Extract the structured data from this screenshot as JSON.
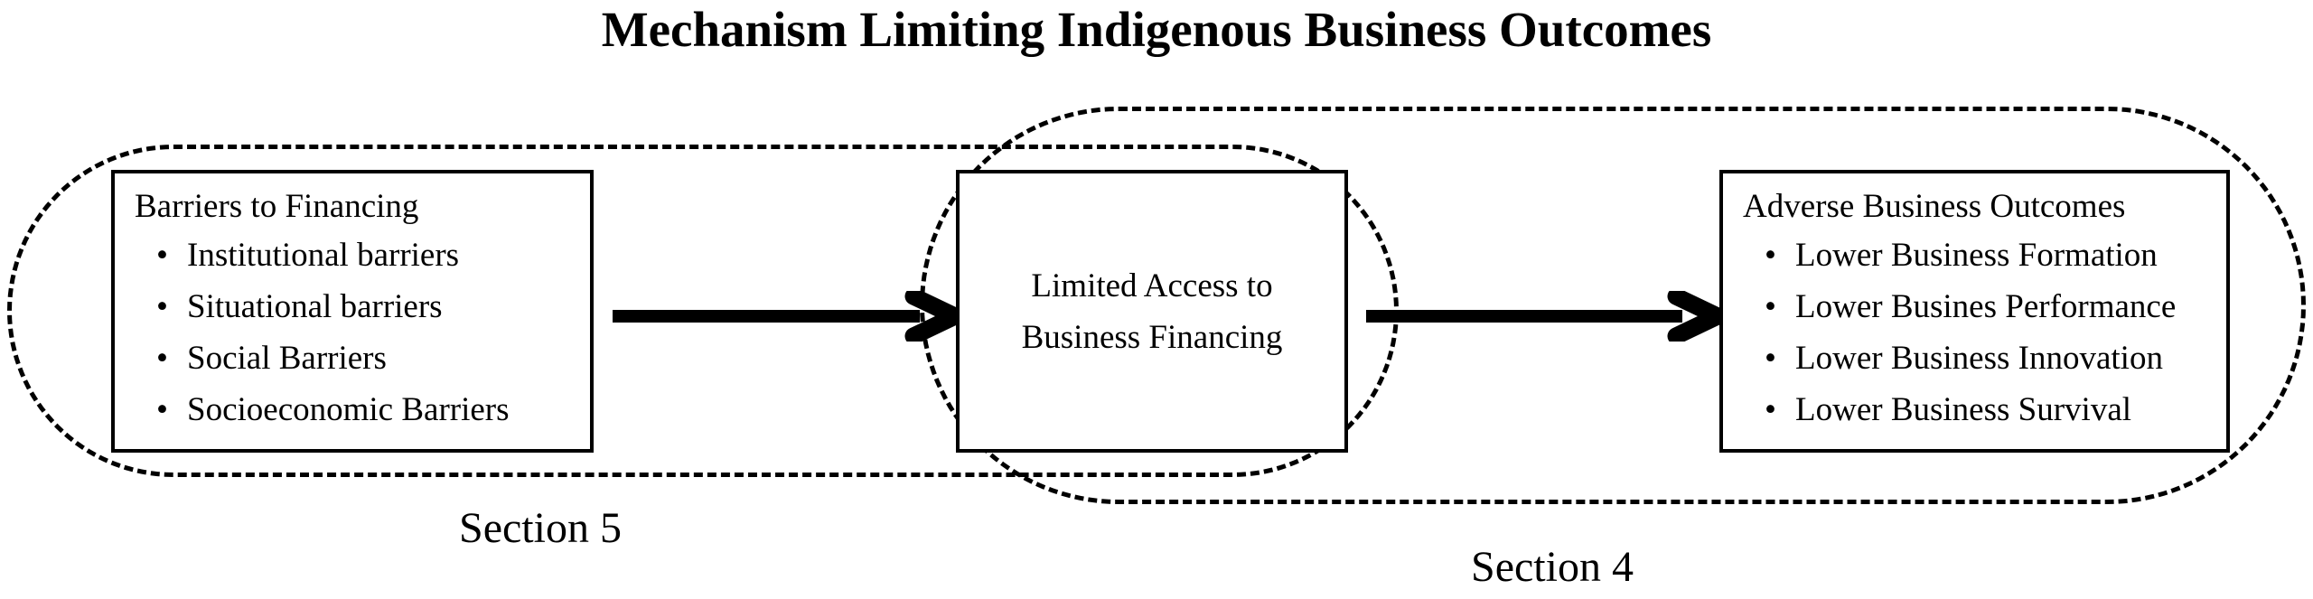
{
  "diagram": {
    "title": "Mechanism Limiting Indigenous Business Outcomes",
    "line_color": "#000000",
    "background_color": "#ffffff",
    "nodes": [
      {
        "id": "barriers-to-financing",
        "heading": "Barriers to Financing",
        "items": [
          "Institutional barriers",
          "Situational barriers",
          "Social Barriers",
          "Socioeconomic Barriers"
        ]
      },
      {
        "id": "limited-access-to-business-financing",
        "line1": "Limited Access to",
        "line2": "Business Financing"
      },
      {
        "id": "adverse-business-outcomes",
        "heading": "Adverse Business Outcomes",
        "items": [
          "Lower Business Formation",
          "Lower Busines Performance",
          "Lower Business Innovation",
          "Lower Business Survival"
        ]
      }
    ],
    "groups": [
      {
        "id": "section-5",
        "caption": "Section 5"
      },
      {
        "id": "section-4",
        "caption": "Section 4"
      }
    ],
    "arrows": [
      {
        "id": "arrow-barriers-to-access",
        "from": "barriers-to-financing",
        "to": "limited-access-to-business-financing"
      },
      {
        "id": "arrow-access-to-outcomes",
        "from": "limited-access-to-business-financing",
        "to": "adverse-business-outcomes"
      }
    ]
  }
}
